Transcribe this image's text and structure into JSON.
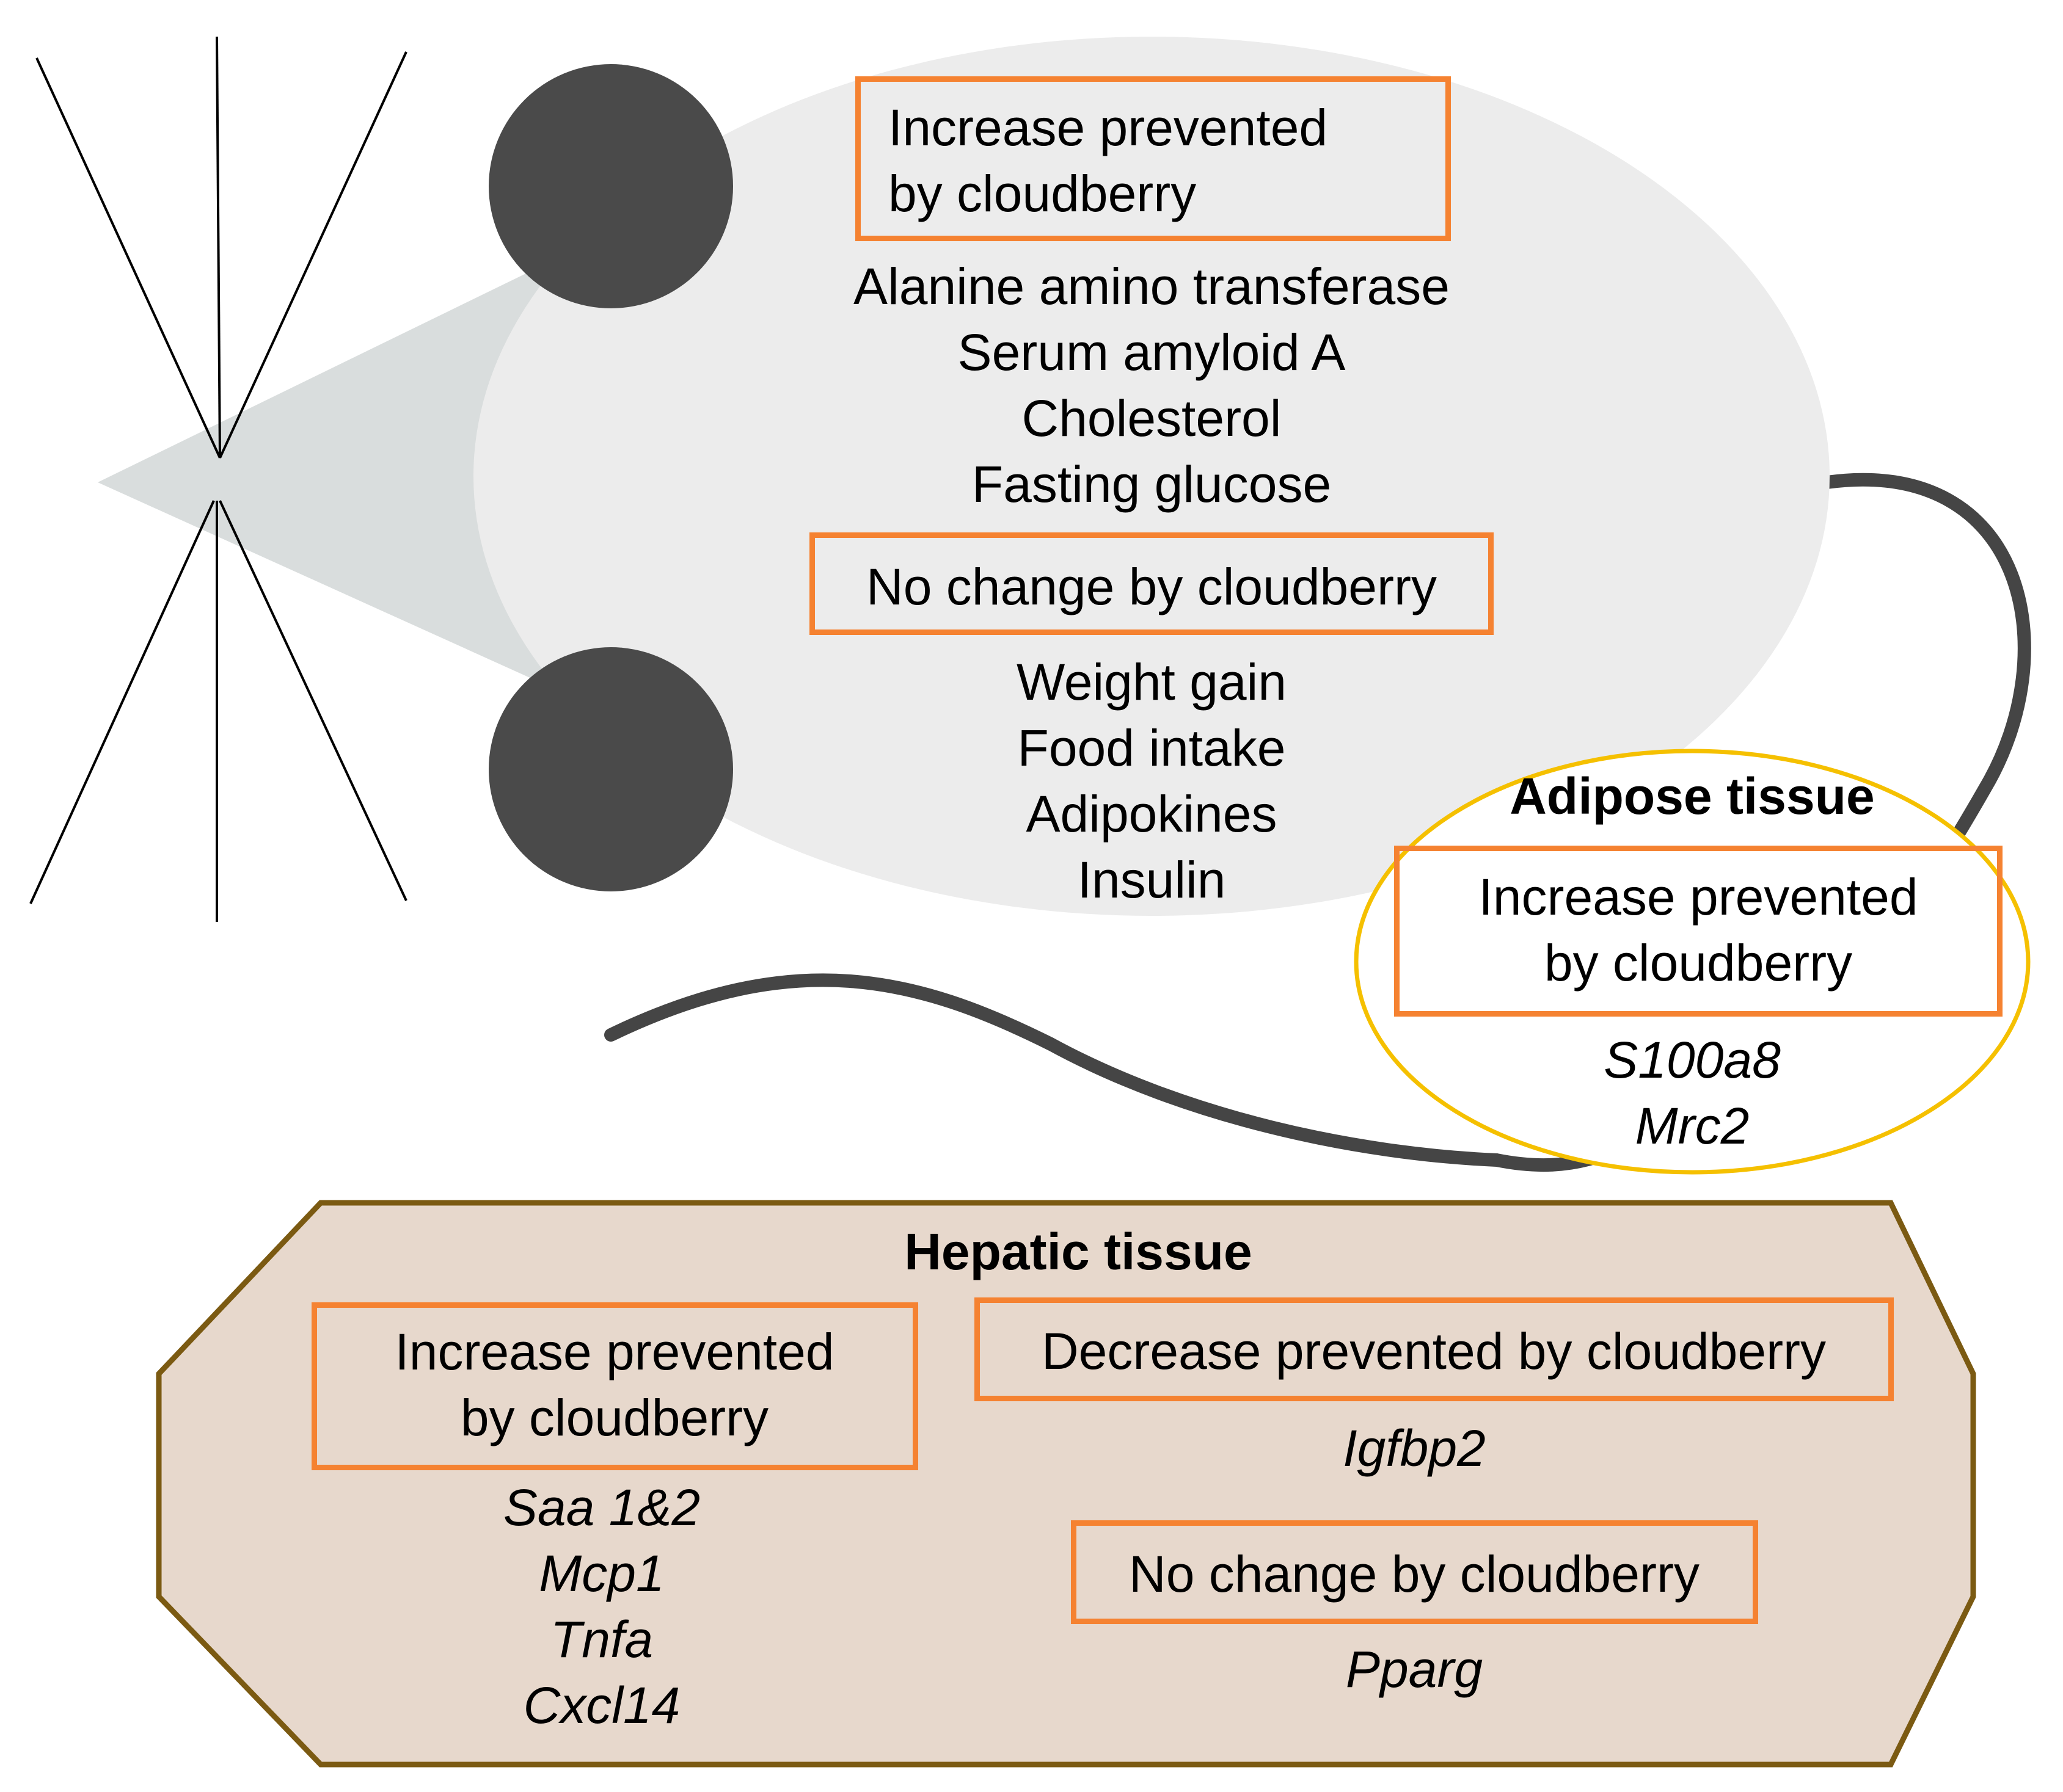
{
  "colors": {
    "body": "#ececec",
    "head": "#d9dddd",
    "ear": "#4a4a4a",
    "tail": "#454545",
    "whisker": "#000000",
    "box_border": "#f58231",
    "adipose_border": "#f5c000",
    "hepatic_fill": "#e7d8cc",
    "hepatic_border": "#7b5a12"
  },
  "mouse": {
    "sections": [
      {
        "header": [
          "Increase prevented",
          "by cloudberry"
        ],
        "items": [
          "Alanine amino transferase",
          "Serum amyloid A",
          "Cholesterol",
          "Fasting glucose"
        ]
      },
      {
        "header": [
          "No change by cloudberry"
        ],
        "items": [
          "Weight gain",
          "Food intake",
          "Adipokines",
          "Insulin"
        ]
      }
    ]
  },
  "adipose": {
    "title": "Adipose tissue",
    "header": [
      "Increase prevented",
      "by cloudberry"
    ],
    "genes": [
      "S100a8",
      "Mrc2"
    ]
  },
  "hepatic": {
    "title": "Hepatic tissue",
    "left": {
      "header": [
        "Increase prevented",
        "by cloudberry"
      ],
      "genes": [
        "Saa 1&2",
        "Mcp1",
        "Tnfa",
        "Cxcl14"
      ]
    },
    "right_top": {
      "header": [
        "Decrease prevented by cloudberry"
      ],
      "genes": [
        "Igfbp2"
      ]
    },
    "right_bottom": {
      "header": [
        "No change by cloudberry"
      ],
      "genes": [
        "Pparg"
      ]
    }
  }
}
